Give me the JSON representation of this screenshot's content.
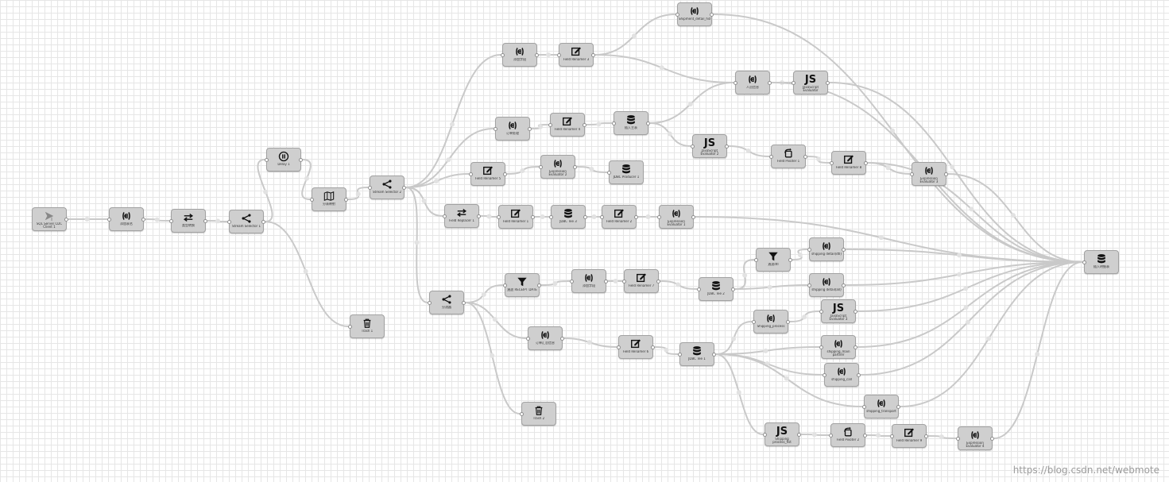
{
  "diagram": {
    "nodes": {
      "n_src": {
        "label": "SQL Server CDC Client 1",
        "icon": "origin-arrow-icon"
      },
      "n_e1": {
        "label": "添加表名",
        "icon": "expression-icon"
      },
      "n_f1": {
        "label": "类型转换",
        "icon": "field-converter-icon"
      },
      "n_s1": {
        "label": "Stream Selector 1",
        "icon": "stream-selector-icon"
      },
      "n_delay": {
        "label": "Delay 1",
        "icon": "pause-icon"
      },
      "n_trash1": {
        "label": "Trash 1",
        "icon": "trash-icon"
      },
      "n_map": {
        "label": "分表映射",
        "icon": "map-icon"
      },
      "n_s2": {
        "label": "Stream Selector 2",
        "icon": "stream-selector-icon"
      },
      "n_e_a": {
        "label": "添加字段",
        "icon": "expression-icon"
      },
      "n_fr3": {
        "label": "Field Renamer 3",
        "icon": "field-renamer-icon"
      },
      "n_e_top": {
        "label": "Shipment_detail_hst",
        "icon": "expression-icon"
      },
      "n_e_b": {
        "label": "订单处理",
        "icon": "expression-icon"
      },
      "n_fr4": {
        "label": "Field Renamer 4",
        "icon": "field-renamer-icon"
      },
      "n_db1": {
        "label": "插入主表",
        "icon": "database-icon"
      },
      "n_e_c": {
        "label": "人员信息",
        "icon": "expression-icon"
      },
      "n_js1": {
        "label": "JavaScript Evaluator",
        "icon": "javascript-icon"
      },
      "n_js2": {
        "label": "JavaScript Evaluator 2",
        "icon": "javascript-icon"
      },
      "n_fp1": {
        "label": "Field Pivoter 1",
        "icon": "field-pivoter-icon"
      },
      "n_fr8": {
        "label": "Field Renamer 8",
        "icon": "field-renamer-icon"
      },
      "n_ee3": {
        "label": "Expression Evaluator 3",
        "icon": "expression-icon"
      },
      "n_fr5": {
        "label": "Field Renamer 5",
        "icon": "field-renamer-icon"
      },
      "n_ee2": {
        "label": "Expression Evaluator 2",
        "icon": "expression-icon"
      },
      "n_jp1": {
        "label": "JDBC Producer 1",
        "icon": "database-icon"
      },
      "n_frep1": {
        "label": "Field Replacer 1",
        "icon": "field-converter-icon"
      },
      "n_fr1": {
        "label": "Field Renamer 1",
        "icon": "field-renamer-icon"
      },
      "n_jt3": {
        "label": "JDBC Tee 3",
        "icon": "database-icon"
      },
      "n_fr2": {
        "label": "Field Renamer 2",
        "icon": "field-renamer-icon"
      },
      "n_ee1": {
        "label": "Expression Evaluator 1",
        "icon": "expression-icon"
      },
      "n_dbR": {
        "label": "插入明细表",
        "icon": "database-icon"
      },
      "n_s3": {
        "label": "分流器",
        "icon": "stream-selector-icon"
      },
      "n_filter1": {
        "label": "過滤 RECEIPT DATE",
        "icon": "filter-icon"
      },
      "n_e_d": {
        "label": "添加字段",
        "icon": "expression-icon"
      },
      "n_fr7": {
        "label": "Field Renamer 7",
        "icon": "field-renamer-icon"
      },
      "n_jt2": {
        "label": "JDBC Tee 2",
        "icon": "database-icon"
      },
      "n_filter2": {
        "label": "過滤dtl",
        "icon": "filter-icon"
      },
      "n_sd1": {
        "label": "shipping detail(dtl)",
        "icon": "expression-icon"
      },
      "n_sd2": {
        "label": "shipping detail(all)",
        "icon": "expression-icon"
      },
      "n_e_e": {
        "label": "订单汇总信息",
        "icon": "expression-icon"
      },
      "n_fr6": {
        "label": "Field Renamer 6",
        "icon": "field-renamer-icon"
      },
      "n_jt1": {
        "label": "JDBC Tee 1",
        "icon": "database-icon"
      },
      "n_sp": {
        "label": "Shipping_process",
        "icon": "expression-icon"
      },
      "n_js3": {
        "label": "JavaScript Evaluator 3",
        "icon": "javascript-icon"
      },
      "n_sh1": {
        "label": "shipping_main partner",
        "icon": "expression-icon"
      },
      "n_sh2": {
        "label": "shipping_call",
        "icon": "expression-icon"
      },
      "n_sh3": {
        "label": "shipping_transport",
        "icon": "expression-icon"
      },
      "n_trash2": {
        "label": "Trash 2",
        "icon": "trash-icon"
      },
      "n_js4": {
        "label": "Shipping process_flst",
        "icon": "javascript-icon"
      },
      "n_fp2": {
        "label": "Field Pivoter 2",
        "icon": "field-pivoter-icon"
      },
      "n_fr9": {
        "label": "Field Renamer 9",
        "icon": "field-renamer-icon"
      },
      "n_ee4": {
        "label": "Expression Evaluator 4",
        "icon": "expression-icon"
      }
    },
    "icons": {
      "javascript_text": "JS"
    }
  },
  "watermark": "https://blog.csdn.net/webmote"
}
